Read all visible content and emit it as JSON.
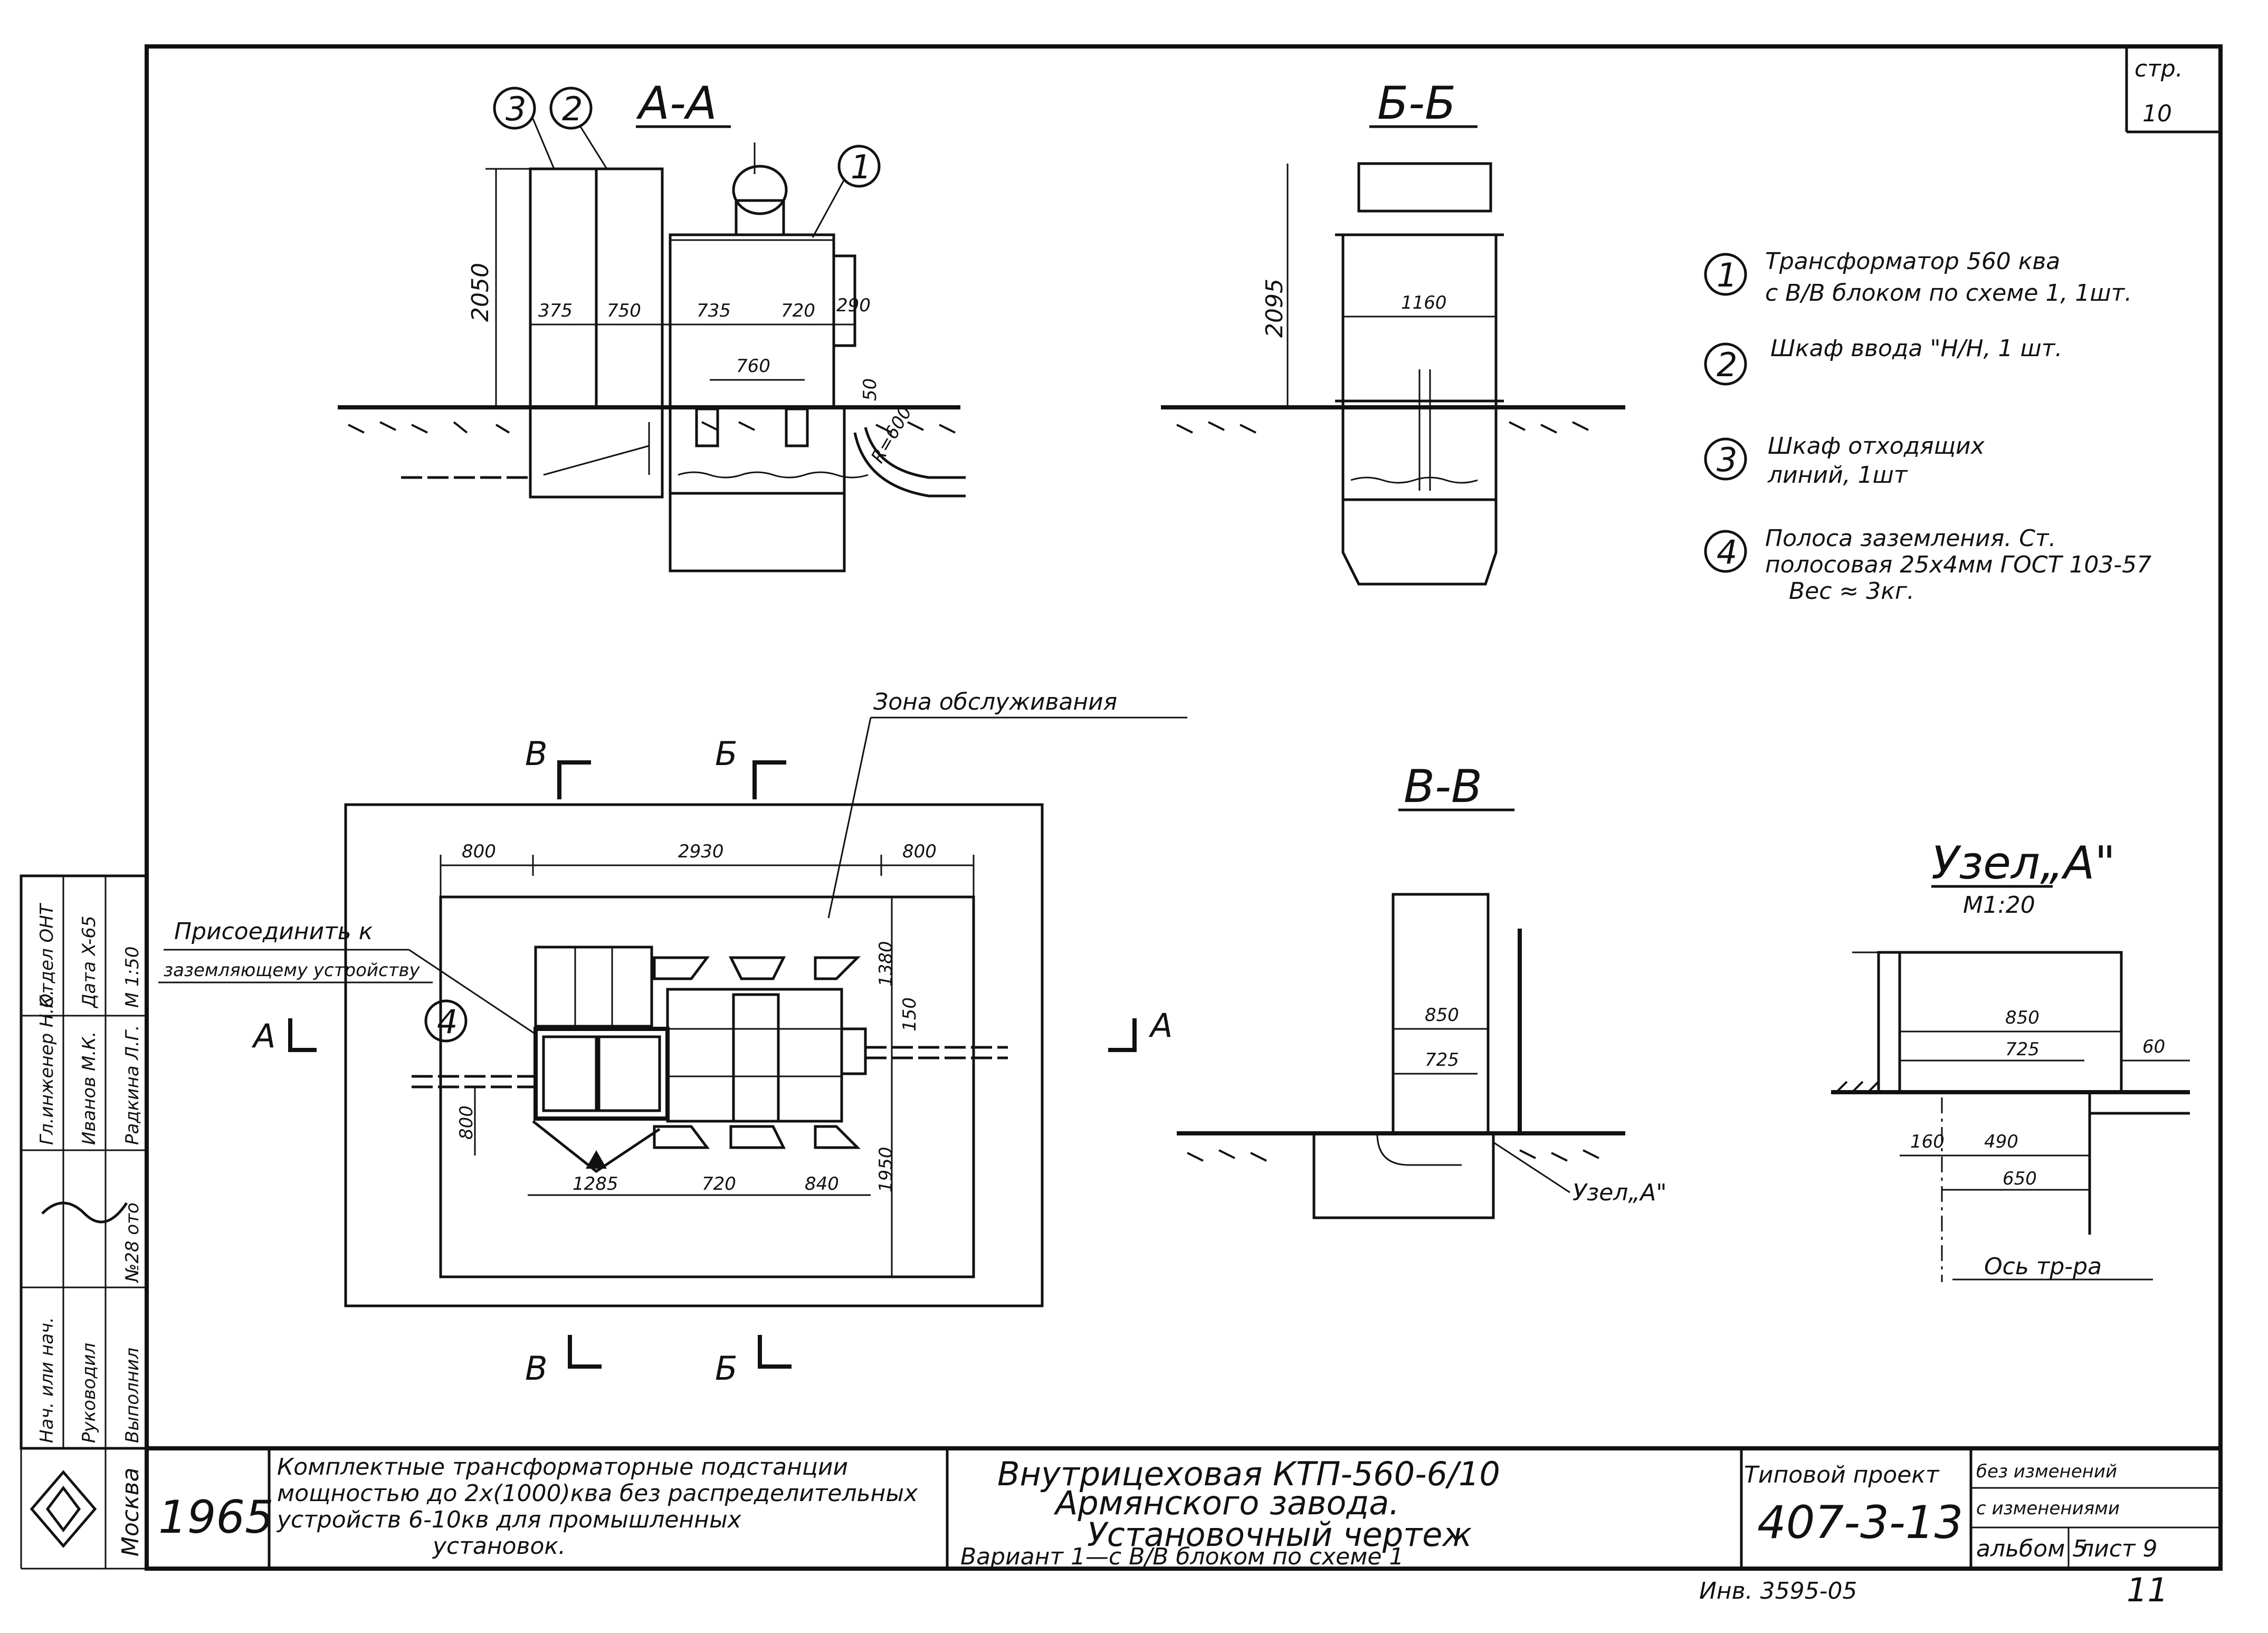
{
  "sheet": {
    "page_label": "стр.",
    "page_number": "10"
  },
  "views": {
    "aa": "А-А",
    "bb": "Б-Б",
    "vv": "В-В",
    "node": "Узел„А\"",
    "node_scale": "М1:20",
    "node_ref": "Узел„А\"",
    "zone": "Зона обслуживания",
    "connect_1": "Присоединить к",
    "connect_2": "заземляющему устройству",
    "axis": "Ось тр-ра",
    "cut_a_left": "А",
    "cut_a_right": "А",
    "cut_b_top": "Б",
    "cut_b_bottom": "Б",
    "cut_v_top": "В",
    "cut_v_bottom": "В"
  },
  "dims": {
    "aa_height": "2050",
    "aa_375": "375",
    "aa_750": "750",
    "aa_735": "735",
    "aa_720": "720",
    "aa_290": "290",
    "aa_760": "760",
    "aa_50": "50",
    "aa_r": "R=600",
    "bb_height": "2095",
    "bb_1160": "1160",
    "plan_800a": "800",
    "plan_2930": "2930",
    "plan_800b": "800",
    "plan_1380": "1380",
    "plan_150": "150",
    "plan_800v": "800",
    "plan_1950": "1950",
    "plan_1285": "1285",
    "plan_720": "720",
    "plan_840": "840",
    "vv_850": "850",
    "vv_725": "725",
    "node_850": "850",
    "node_725": "725",
    "node_60": "60",
    "node_160": "160",
    "node_490": "490",
    "node_650": "650"
  },
  "callouts": [
    "1",
    "2",
    "3",
    "4"
  ],
  "legend": [
    {
      "num": "1",
      "line1": "Трансформатор 560 ква",
      "line2": "с В/В блоком по схеме 1, 1шт."
    },
    {
      "num": "2",
      "line1": "Шкаф ввода \"Н/Н, 1 шт.",
      "line2": ""
    },
    {
      "num": "3",
      "line1": "Шкаф отходящих",
      "line2": "линий, 1шт"
    },
    {
      "num": "4",
      "line1": "Полоса заземления. Ст.",
      "line2": "полосовая 25х4мм ГОСТ 103-57",
      "line3": "Вес ≈ 3кг."
    }
  ],
  "side_stamp": {
    "col1": [
      "Отдел ОНТ",
      "Дата X-65",
      "М 1:50"
    ],
    "col2": [
      "Гл.инженер Н.К.",
      "Иванов М.К.",
      "Радкина Л.Г."
    ],
    "col3": [
      "Нач. или нач.",
      "Руководил",
      "Выполнил"
    ],
    "signatures": "№28 ото"
  },
  "title_block": {
    "city": "Москва",
    "year": "1965",
    "desc_1": "Комплектные трансформаторные подстанции",
    "desc_2": "мощностью до 2х(1000)ква без распределительных",
    "desc_3": "устройств 6-10кв для промышленных",
    "desc_4": "установок.",
    "title_1": "Внутрицеховая КТП-560-6/10",
    "title_2": "Армянского завода.",
    "title_3": "Установочный чертеж",
    "title_4": "Вариант 1—с В/В блоком по схеме 1",
    "project_label": "Типовой проект",
    "project_number": "407-3-13",
    "change_1": "без изменений",
    "change_2": "с изменениями",
    "album": "альбом 5",
    "sheet": "лист 9"
  },
  "footer": {
    "inv": "Инв. 3595-05",
    "page": "11"
  }
}
